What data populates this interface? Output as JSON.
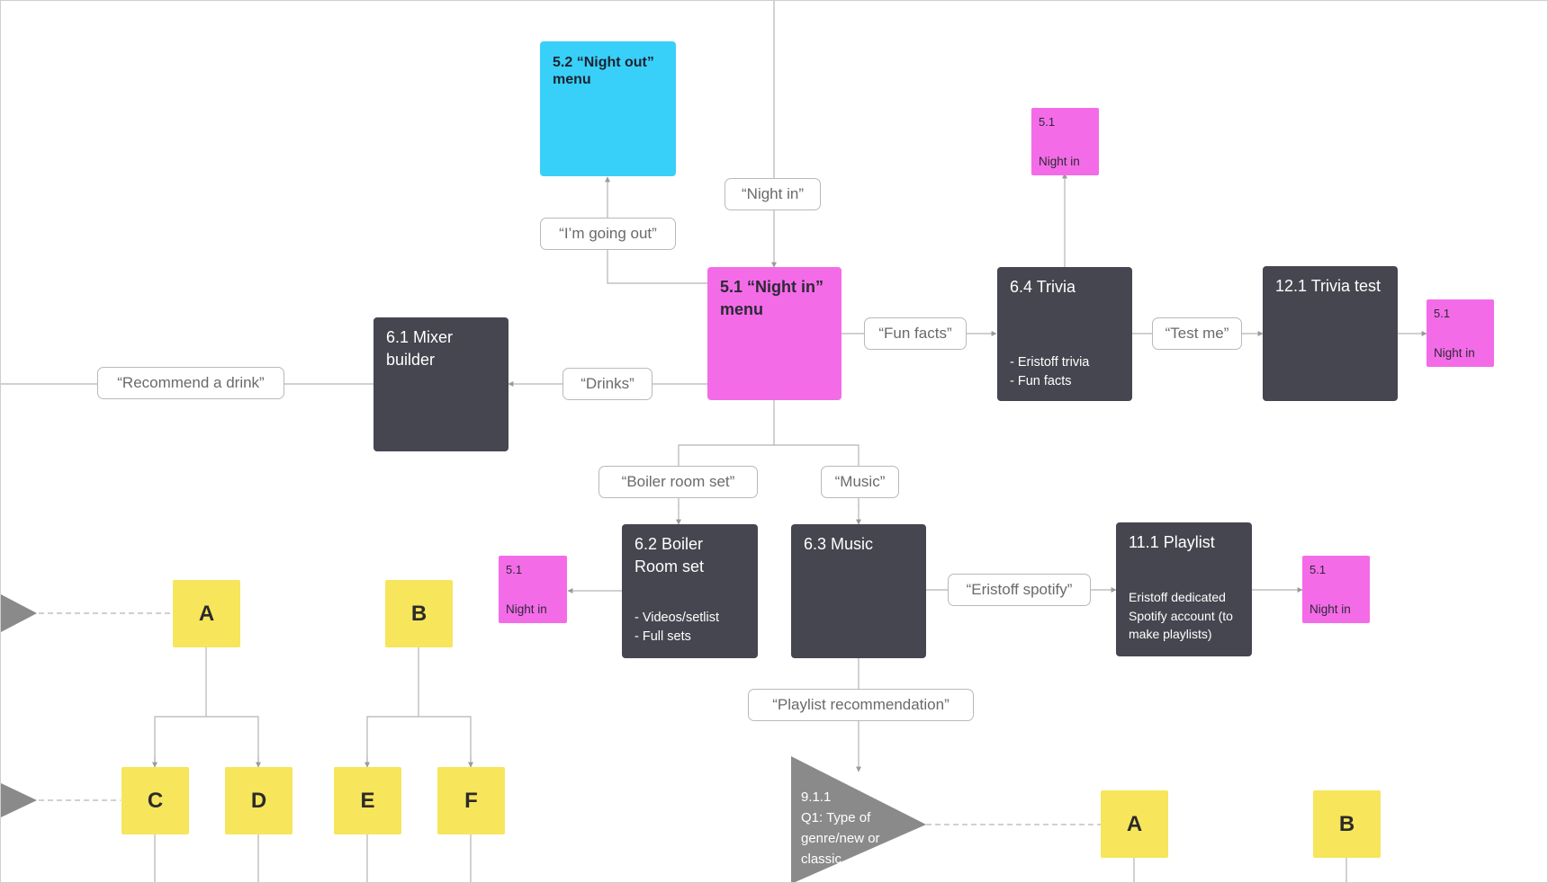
{
  "nodes": {
    "night_out_menu": {
      "title": "5.2 “Night out” menu"
    },
    "night_in_menu": {
      "title": "5.1 “Night in” menu"
    },
    "mixer_builder": {
      "title": "6.1 Mixer builder"
    },
    "trivia": {
      "title": "6.4 Trivia",
      "details": [
        "- Eristoff trivia",
        "- Fun facts"
      ]
    },
    "trivia_test": {
      "title": "12.1 Trivia test"
    },
    "boiler_room": {
      "title": "6.2 Boiler Room set",
      "details": [
        "- Videos/setlist",
        "- Full sets"
      ]
    },
    "music": {
      "title": "6.3 Music"
    },
    "playlist": {
      "title": "11.1 Playlist",
      "details": [
        "Eristoff dedicated Spotify account (to make playlists)"
      ]
    },
    "question": {
      "number": "9.1.1",
      "text": "Q1: Type of genre/new or classic"
    }
  },
  "return_links": [
    {
      "number": "5.1",
      "label": "Night in"
    },
    {
      "number": "5.1",
      "label": "Night in"
    },
    {
      "number": "5.1",
      "label": "Night in"
    },
    {
      "number": "5.1",
      "label": "Night in"
    }
  ],
  "connectors": {
    "going_out": "“I’m going out”",
    "night_in": "“Night in”",
    "fun_facts": "“Fun facts”",
    "test_me": "“Test me”",
    "drinks": "“Drinks”",
    "recommend": "“Recommend a drink”",
    "boiler_room_set": "“Boiler room set”",
    "music": "“Music”",
    "spotify": "“Eristoff spotify”",
    "playlist_rec": "“Playlist recommendation”"
  },
  "answer_markers": [
    "A",
    "B",
    "C",
    "D",
    "E",
    "F",
    "A",
    "B"
  ],
  "colors": {
    "screen": "#45464f",
    "current_menu": "#f46be8",
    "other_menu": "#38d0f8",
    "answer": "#f7e55c",
    "question": "#8a8a8a",
    "line": "#b3b3b3"
  }
}
